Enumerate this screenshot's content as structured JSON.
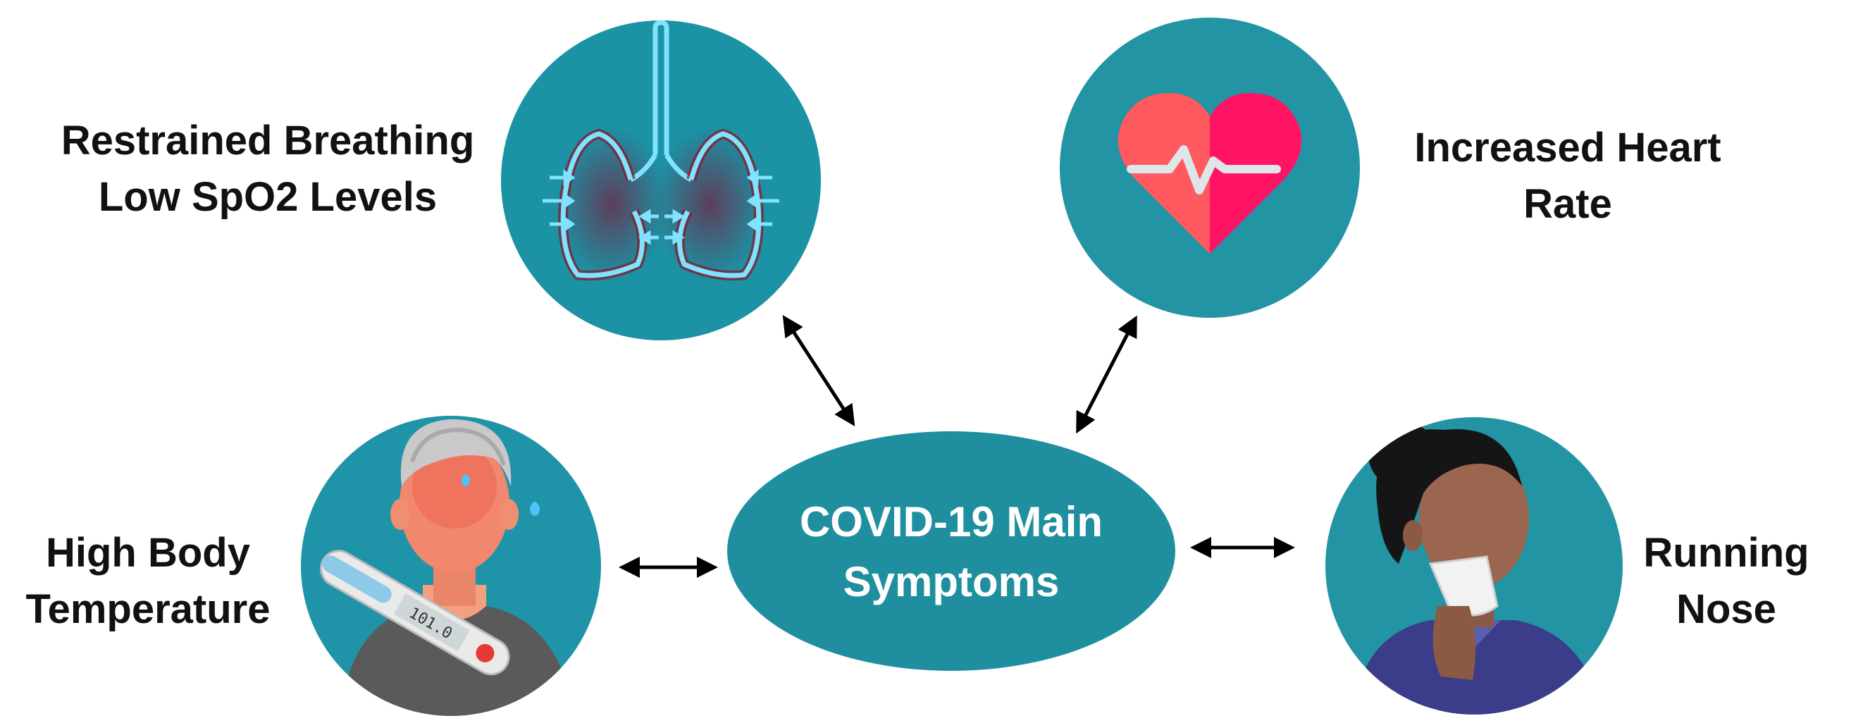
{
  "center": {
    "line1": "COVID-19 Main",
    "line2": "Symptoms"
  },
  "symptoms": {
    "breathing": {
      "line1": "Restrained Breathing",
      "line2": "Low SpO2 Levels",
      "icon": "lungs-icon"
    },
    "heart": {
      "line1": "Increased Heart",
      "line2": "Rate",
      "icon": "heart-rate-icon"
    },
    "temperature": {
      "line1": "High Body",
      "line2": "Temperature",
      "icon": "fever-thermometer-icon"
    },
    "nose": {
      "line1": "Running",
      "line2": "Nose",
      "icon": "tissue-sneeze-icon"
    }
  },
  "colors": {
    "circle": "#2196a6",
    "circle_dark": "#1b8696",
    "center_fill": "#1f8fa0",
    "arrow": "#000000",
    "lung_line": "#7fe3ff",
    "heart_left": "#ff5a5f",
    "heart_right": "#ff1464"
  },
  "thermometer_reading": "101.0"
}
